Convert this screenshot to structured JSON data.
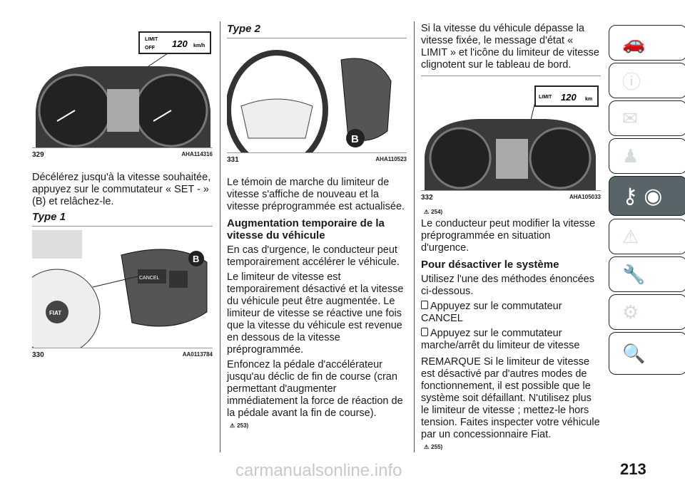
{
  "col1": {
    "fig329": {
      "num": "329",
      "code": "AHA114316",
      "display": {
        "limit": "LIMIT",
        "off": "OFF",
        "speed": "120",
        "unit": "km/h"
      }
    },
    "para1": "Décélérez jusqu'à la vitesse souhaitée, appuyez sur le commutateur « SET - » (B) et relâchez-le.",
    "type1": "Type 1",
    "fig330": {
      "num": "330",
      "code": "AA0113784",
      "label_b": "B",
      "cancel": "CANCEL",
      "brand": "FIAT"
    }
  },
  "col2": {
    "type2": "Type 2",
    "fig331": {
      "num": "331",
      "code": "AHA110523",
      "label_b": "B"
    },
    "para1": "Le témoin de marche du limiteur de vitesse s'affiche de nouveau et la vitesse préprogrammée est actualisée.",
    "heading1": "Augmentation temporaire de la vitesse du véhicule",
    "para2": "En cas d'urgence, le conducteur peut temporairement accélérer le véhicule.",
    "para3": "Le limiteur de vitesse est temporairement désactivé et la vitesse du véhicule peut être augmentée. Le limiteur de vitesse se réactive une fois que la vitesse du véhicule est revenue en dessous de la vitesse préprogrammée.",
    "para4": "Enfoncez la pédale d'accélérateur jusqu'au déclic de fin de course (cran permettant d'augmenter immédiatement la force de réaction de la pédale avant la fin de course).",
    "warn": "253)"
  },
  "col3": {
    "para1": "Si la vitesse du véhicule dépasse la vitesse fixée, le message d'état « LIMIT » et l'icône du limiteur de vitesse clignotent sur le tableau de bord.",
    "fig332": {
      "num": "332",
      "code": "AHA105033",
      "display": {
        "limit": "LIMIT",
        "speed": "120",
        "unit": "km"
      }
    },
    "warn1": "254)",
    "para2": "Le conducteur peut modifier la vitesse préprogrammée en situation d'urgence.",
    "heading1": "Pour désactiver le système",
    "para3": "Utilisez l'une des méthodes énoncées ci-dessous.",
    "bullet1": "Appuyez sur le commutateur CANCEL",
    "bullet2": "Appuyez sur le commutateur marche/arrêt du limiteur de vitesse",
    "para4": "REMARQUE  Si le limiteur de vitesse est désactivé par d'autres modes de fonctionnement, il est possible que le système soit défaillant. N'utilisez plus le limiteur de vitesse ; mettez-le hors tension. Faites inspecter votre véhicule par un concessionnaire Fiat.",
    "warn2": "255)"
  },
  "sidebar": {
    "tabs": [
      "car-search-icon",
      "car-info-icon",
      "lights-message-icon",
      "airbag-seat-icon",
      "key-steering-wheel-icon",
      "car-warning-triangle-icon",
      "car-wrench-icon",
      "list-gear-icon",
      "index-search-icon"
    ],
    "active_index": 4,
    "active_color": "#586468"
  },
  "page_number": "213",
  "watermark": "carmanualsonline.info"
}
